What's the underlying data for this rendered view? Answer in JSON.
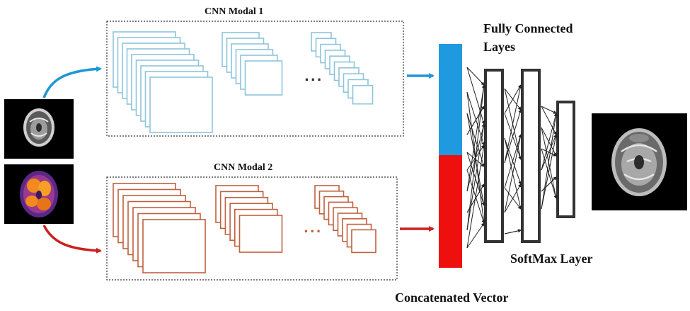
{
  "labels": {
    "cnn_modal_1": "CNN Modal 1",
    "cnn_modal_2": "CNN Modal 2",
    "fully_connected_line1": "Fully Connected",
    "fully_connected_line2": "Layes",
    "softmax_layer": "SoftMax Layer",
    "concatenated_vector": "Concatenated Vector",
    "ellipsis": "..."
  },
  "colors": {
    "modal1_stroke": "#8ec4dc",
    "modal1_arrow": "#1f97d4",
    "modal2_stroke": "#c0613f",
    "modal2_arrow": "#cc1f1f",
    "vector_top": "#1f9ae0",
    "vector_bottom": "#ee0f0f",
    "background": "#ffffff",
    "image_background": "#000000",
    "mri_color": "#d9d9d9",
    "pet_color": "#f28a1e",
    "pet_glow": "#6b2fa0"
  },
  "icons": {
    "input_mri": "brain-mri-grayscale-icon",
    "input_pet": "brain-pet-colormap-icon",
    "output": "brain-mri-output-icon"
  }
}
